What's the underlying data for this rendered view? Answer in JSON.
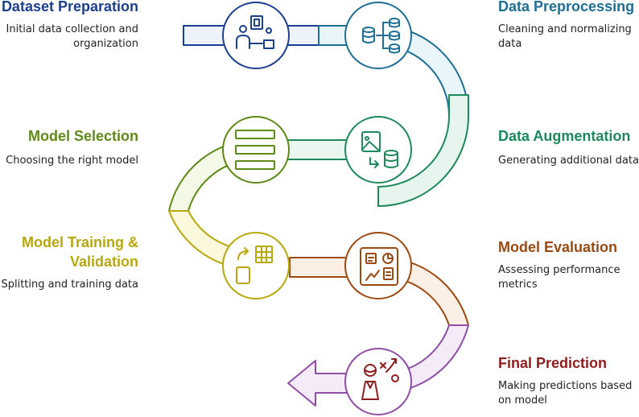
{
  "steps": [
    {
      "title": "Dataset Preparation",
      "desc": "Initial data collection and organization",
      "color": "#1d3f8f",
      "icon": "person-display-icon"
    },
    {
      "title": "Data Preprocessing",
      "desc": "Cleaning and normalizing data",
      "color": "#1f6e94",
      "icon": "database-flow-icon"
    },
    {
      "title": "Data Augmentation",
      "desc": "Generating additional data",
      "color": "#1e8a5b",
      "icon": "image-database-icon"
    },
    {
      "title": "Model Selection",
      "desc": "Choosing the right model",
      "color": "#5e8a17",
      "icon": "list-icon"
    },
    {
      "title": "Model Training & Validation",
      "desc": "Splitting and training data",
      "color": "#b6a80d",
      "icon": "split-table-icon"
    },
    {
      "title": "Model Evaluation",
      "desc": "Assessing performance metrics",
      "color": "#9b4a12",
      "icon": "dashboard-icon"
    },
    {
      "title": "Final Prediction",
      "desc": "Making predictions based on model",
      "color": "#8e1d1d",
      "icon": "strategy-person-icon"
    }
  ]
}
